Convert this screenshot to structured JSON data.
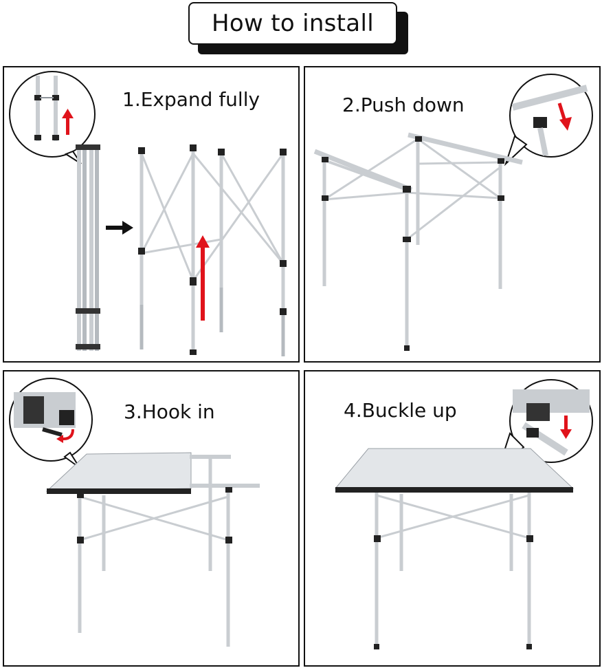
{
  "title": "How to install",
  "steps": [
    {
      "label": "1.Expand fully"
    },
    {
      "label": "2.Push down"
    },
    {
      "label": "3.Hook in"
    },
    {
      "label": "4.Buckle up"
    }
  ],
  "colors": {
    "arrow": "#e0131b",
    "frame": "#111111",
    "metal": "#c9cdd1",
    "metal_dark": "#8d9399"
  },
  "icons": [
    "up-arrow-icon",
    "right-arrow-icon",
    "down-arrow-icon",
    "curved-arrow-icon"
  ]
}
